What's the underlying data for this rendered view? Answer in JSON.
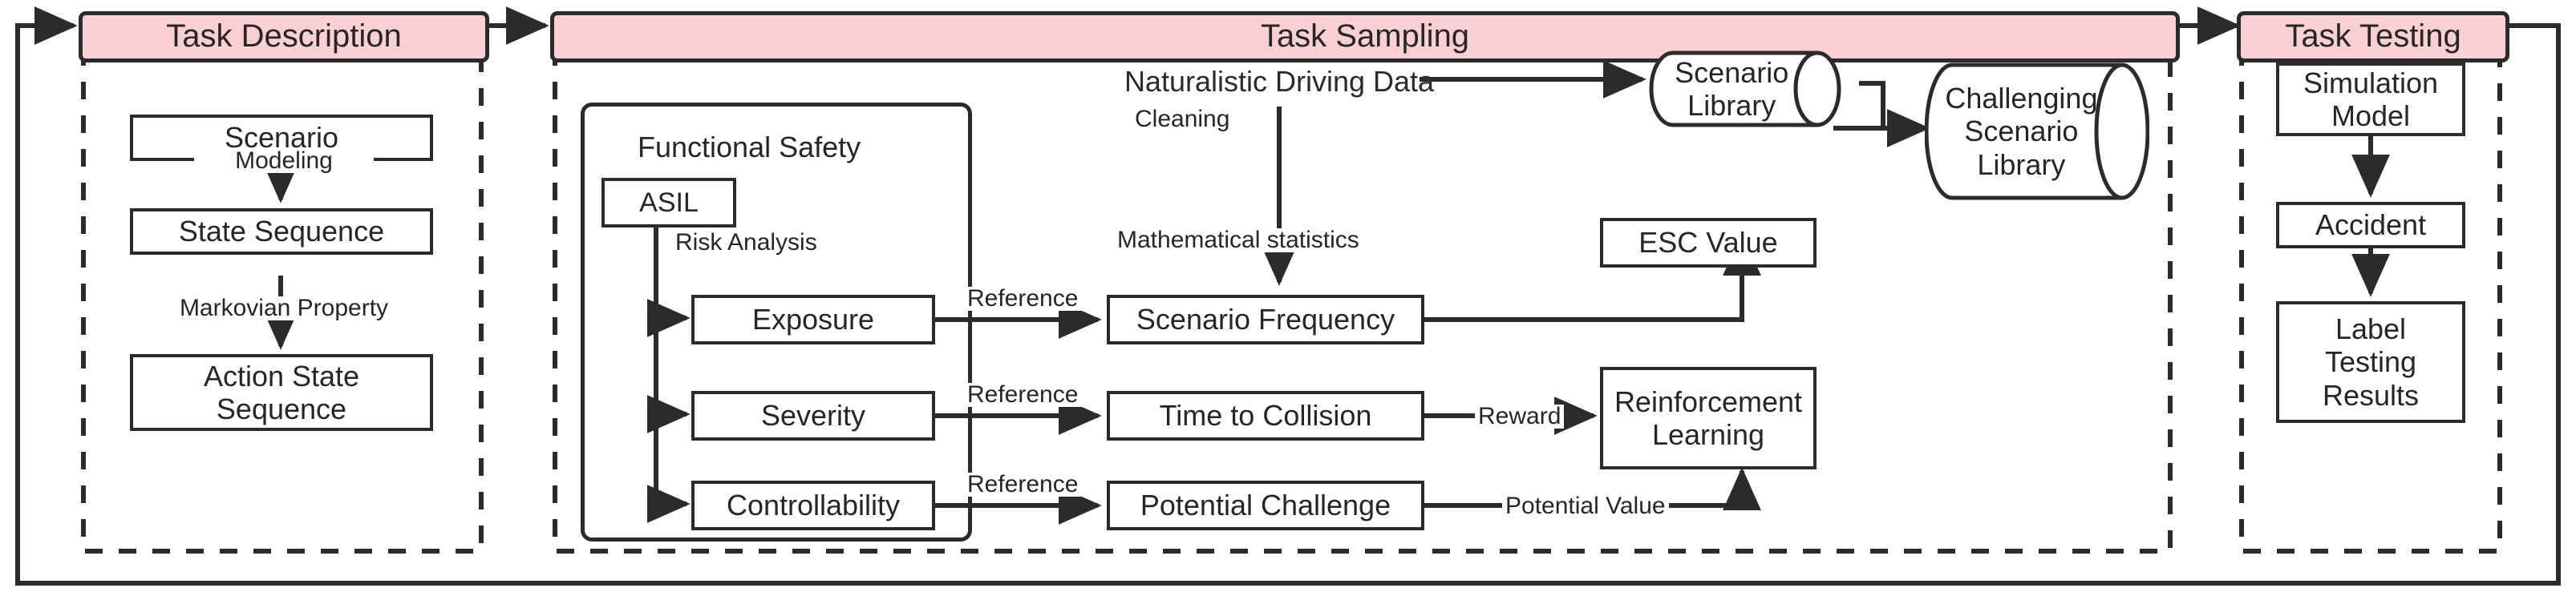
{
  "diagram": {
    "title": "Task Description / Task Sampling / Task Testing pipeline",
    "accent_pink": "#fbd0d5",
    "line_color": "#2b2b2b",
    "background": "#ffffff"
  },
  "phases": [
    {
      "id": "task-description",
      "label": "Task Description"
    },
    {
      "id": "task-sampling",
      "label": "Task Sampling"
    },
    {
      "id": "task-testing",
      "label": "Task Testing"
    }
  ],
  "task_description": {
    "nodes": [
      {
        "id": "scenario",
        "label": "Scenario"
      },
      {
        "id": "state-sequence",
        "label": "State Sequence"
      },
      {
        "id": "action-state-sequence",
        "label": "Action State Sequence"
      }
    ],
    "edge_labels": [
      {
        "id": "modeling",
        "label": "Modeling"
      },
      {
        "id": "markovian-property",
        "label": "Markovian Property"
      }
    ]
  },
  "task_sampling": {
    "group": {
      "id": "functional-safety",
      "label": "Functional Safety"
    },
    "nodes": [
      {
        "id": "asil",
        "label": "ASIL"
      },
      {
        "id": "exposure",
        "label": "Exposure"
      },
      {
        "id": "severity",
        "label": "Severity"
      },
      {
        "id": "controllability",
        "label": "Controllability"
      },
      {
        "id": "scenario-frequency",
        "label": "Scenario Frequency"
      },
      {
        "id": "time-to-collision",
        "label": "Time to Collision"
      },
      {
        "id": "potential-challenge",
        "label": "Potential Challenge"
      },
      {
        "id": "esc-value",
        "label": "ESC Value"
      },
      {
        "id": "reinforcement-learning",
        "label": "Reinforcement Learning"
      }
    ],
    "free_text": [
      {
        "id": "naturalistic-driving-data",
        "label": "Naturalistic Driving Data"
      }
    ],
    "cylinders": [
      {
        "id": "scenario-library",
        "label": "Scenario Library"
      },
      {
        "id": "challenging-scenario-library",
        "label": "Challenging Scenario Library"
      }
    ],
    "edge_labels": [
      {
        "id": "risk-analysis",
        "label": "Risk Analysis"
      },
      {
        "id": "reference-exposure",
        "label": "Reference"
      },
      {
        "id": "reference-severity",
        "label": "Reference"
      },
      {
        "id": "reference-controllability",
        "label": "Reference"
      },
      {
        "id": "cleaning",
        "label": "Cleaning"
      },
      {
        "id": "mathematical-statistics",
        "label": "Mathematical statistics"
      },
      {
        "id": "reward",
        "label": "Reward"
      },
      {
        "id": "potential-value",
        "label": "Potential Value"
      }
    ]
  },
  "task_testing": {
    "nodes": [
      {
        "id": "simulation-model",
        "label": "Simulation Model"
      },
      {
        "id": "accident",
        "label": "Accident"
      },
      {
        "id": "label-testing-results",
        "label": "Label Testing Results"
      }
    ]
  }
}
